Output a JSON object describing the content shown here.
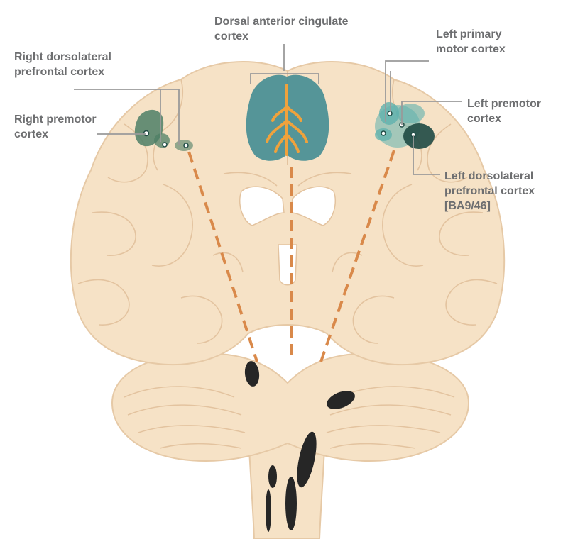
{
  "labels": {
    "dacc": [
      "Dorsal anterior cingulate",
      "cortex"
    ],
    "right_dlpfc": [
      "Right dorsolateral",
      "prefrontal cortex"
    ],
    "right_premotor": [
      "Right premotor",
      "cortex"
    ],
    "left_primary_motor": [
      "Left primary",
      "motor cortex"
    ],
    "left_premotor": [
      "Left premotor",
      "cortex"
    ],
    "left_dlpfc": [
      "Left dorsolateral",
      "prefrontal cortex",
      "[BA9/46]"
    ]
  },
  "colors": {
    "brain_fill": "#f6e2c6",
    "brain_outline": "#e6c9a6",
    "gyrus_line": "#e3c39f",
    "cingulate_region": "#3f8a92",
    "cingulate_sulcus": "#f0a23c",
    "premotor_region": "#4e7f66",
    "motor_region": "#5fb1ae",
    "dlpfc_region": "#1f4a44",
    "tract_dash": "#d9894a",
    "lesion": "#262626",
    "leader_line": "#9a9a9a",
    "label_text": "#6d6e70"
  }
}
